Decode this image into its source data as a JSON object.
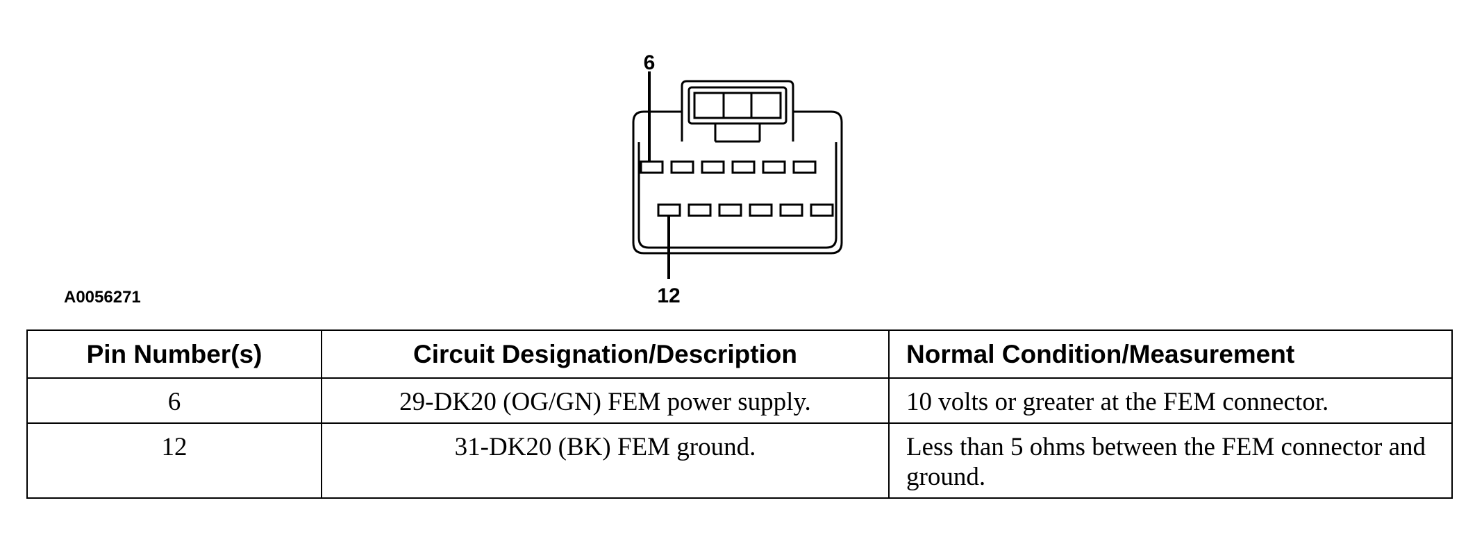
{
  "figure": {
    "id": "A0056271",
    "pin_labels": {
      "top": "6",
      "bottom": "12"
    },
    "connector_pins": {
      "top_row": 6,
      "bottom_row": 6
    }
  },
  "table": {
    "headers": [
      "Pin Number(s)",
      "Circuit Designation/Description",
      "Normal Condition/Measurement"
    ],
    "rows": [
      [
        "6",
        "29-DK20 (OG/GN) FEM power supply.",
        "10 volts or greater at the FEM connector."
      ],
      [
        "12",
        "31-DK20 (BK) FEM ground.",
        "Less than 5 ohms between the FEM connector and ground."
      ]
    ]
  }
}
